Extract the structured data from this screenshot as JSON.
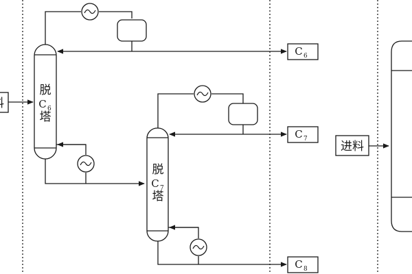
{
  "columns": [
    {
      "label_top": "脱",
      "label_letter": "C",
      "label_sub": "6",
      "label_bottom": "塔"
    },
    {
      "label_top": "脱",
      "label_letter": "C",
      "label_sub": "7",
      "label_bottom": "塔"
    }
  ],
  "products": [
    {
      "letter": "C",
      "sub": "6"
    },
    {
      "letter": "C",
      "sub": "7"
    },
    {
      "letter": "C",
      "sub": "8"
    }
  ],
  "feeds": [
    {
      "label": "料"
    },
    {
      "label": "进料"
    }
  ]
}
